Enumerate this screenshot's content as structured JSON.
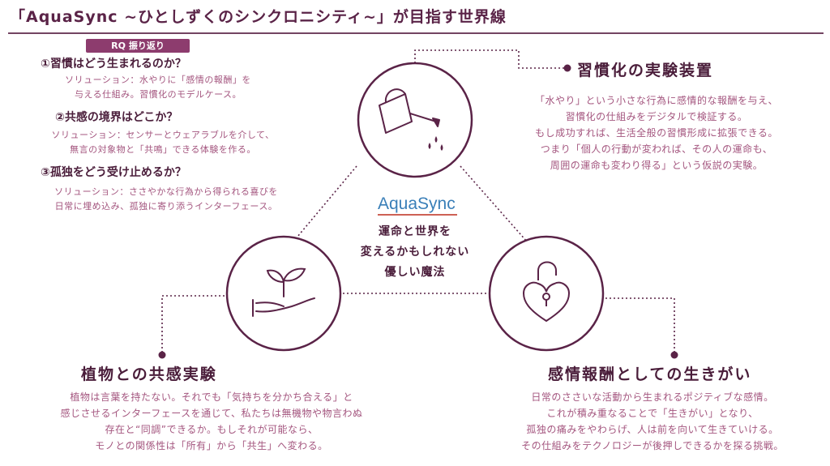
{
  "title": "「AquaSync ~ひとしずくのシンクロニシティ~」が目指す世界線",
  "rq": {
    "badge": "RQ 振り返り",
    "questions": [
      {
        "q": "①習慣はどう生まれるのか？",
        "s1": "ソリューション：水やりに「感情の報酬」を",
        "s2": "与える仕組み。習慣化のモデルケース。"
      },
      {
        "q": "②共感の境界はどこか？",
        "s1": "ソリューション：センサーとウェアラブルを介して、",
        "s2": "無言の対象物と「共鳴」できる体験を作る。"
      },
      {
        "q": "③孤独をどう受け止めるか？",
        "s1": "ソリューション：ささやかな行為から得られる喜びを",
        "s2": "日常に埋め込み、孤独に寄り添うインターフェース。"
      }
    ]
  },
  "habit": {
    "heading": "習慣化の実験装置",
    "lines": [
      "「水やり」という小さな行為に感情的な報酬を与え、",
      "習慣化の仕組みをデジタルで検証する。",
      "もし成功すれば、生活全般の習慣形成に拡張できる。",
      "つまり「個人の行動が変われば、その人の運命も、",
      "周囲の運命も変わり得る」という仮説の実験。"
    ]
  },
  "center": {
    "brand": "AquaSync",
    "tag1": "運命と世界を",
    "tag2": "変えるかもしれない",
    "tag3": "優しい魔法"
  },
  "plant": {
    "heading": "植物との共感実験",
    "lines": [
      "植物は言葉を持たない。それでも「気持ちを分かち合える」と",
      "感じさせるインターフェースを通じて、私たちは無機物や物言わぬ",
      "存在と“同調”できるか。もしそれが可能なら、",
      "モノとの関係性は「所有」から「共生」へ変わる。"
    ]
  },
  "reward": {
    "heading": "感情報酬としての生きがい",
    "lines": [
      "日常のささいな活動から生まれるポジティブな感情。",
      "これが積み重なることで「生きがい」となり、",
      "孤独の痛みをやわらげ、人は前を向いて生きていける。",
      "その仕組みをテクノロジーが後押しできるかを探る挑戦。"
    ]
  },
  "icons": {
    "top": "watering-can-icon",
    "left": "sprout-in-hand-icon",
    "right": "heart-padlock-icon"
  },
  "colors": {
    "primary": "#5a2347",
    "accent": "#8d3c6e",
    "soft_text": "#a4567f",
    "brand_blue": "#3a7fb8"
  }
}
